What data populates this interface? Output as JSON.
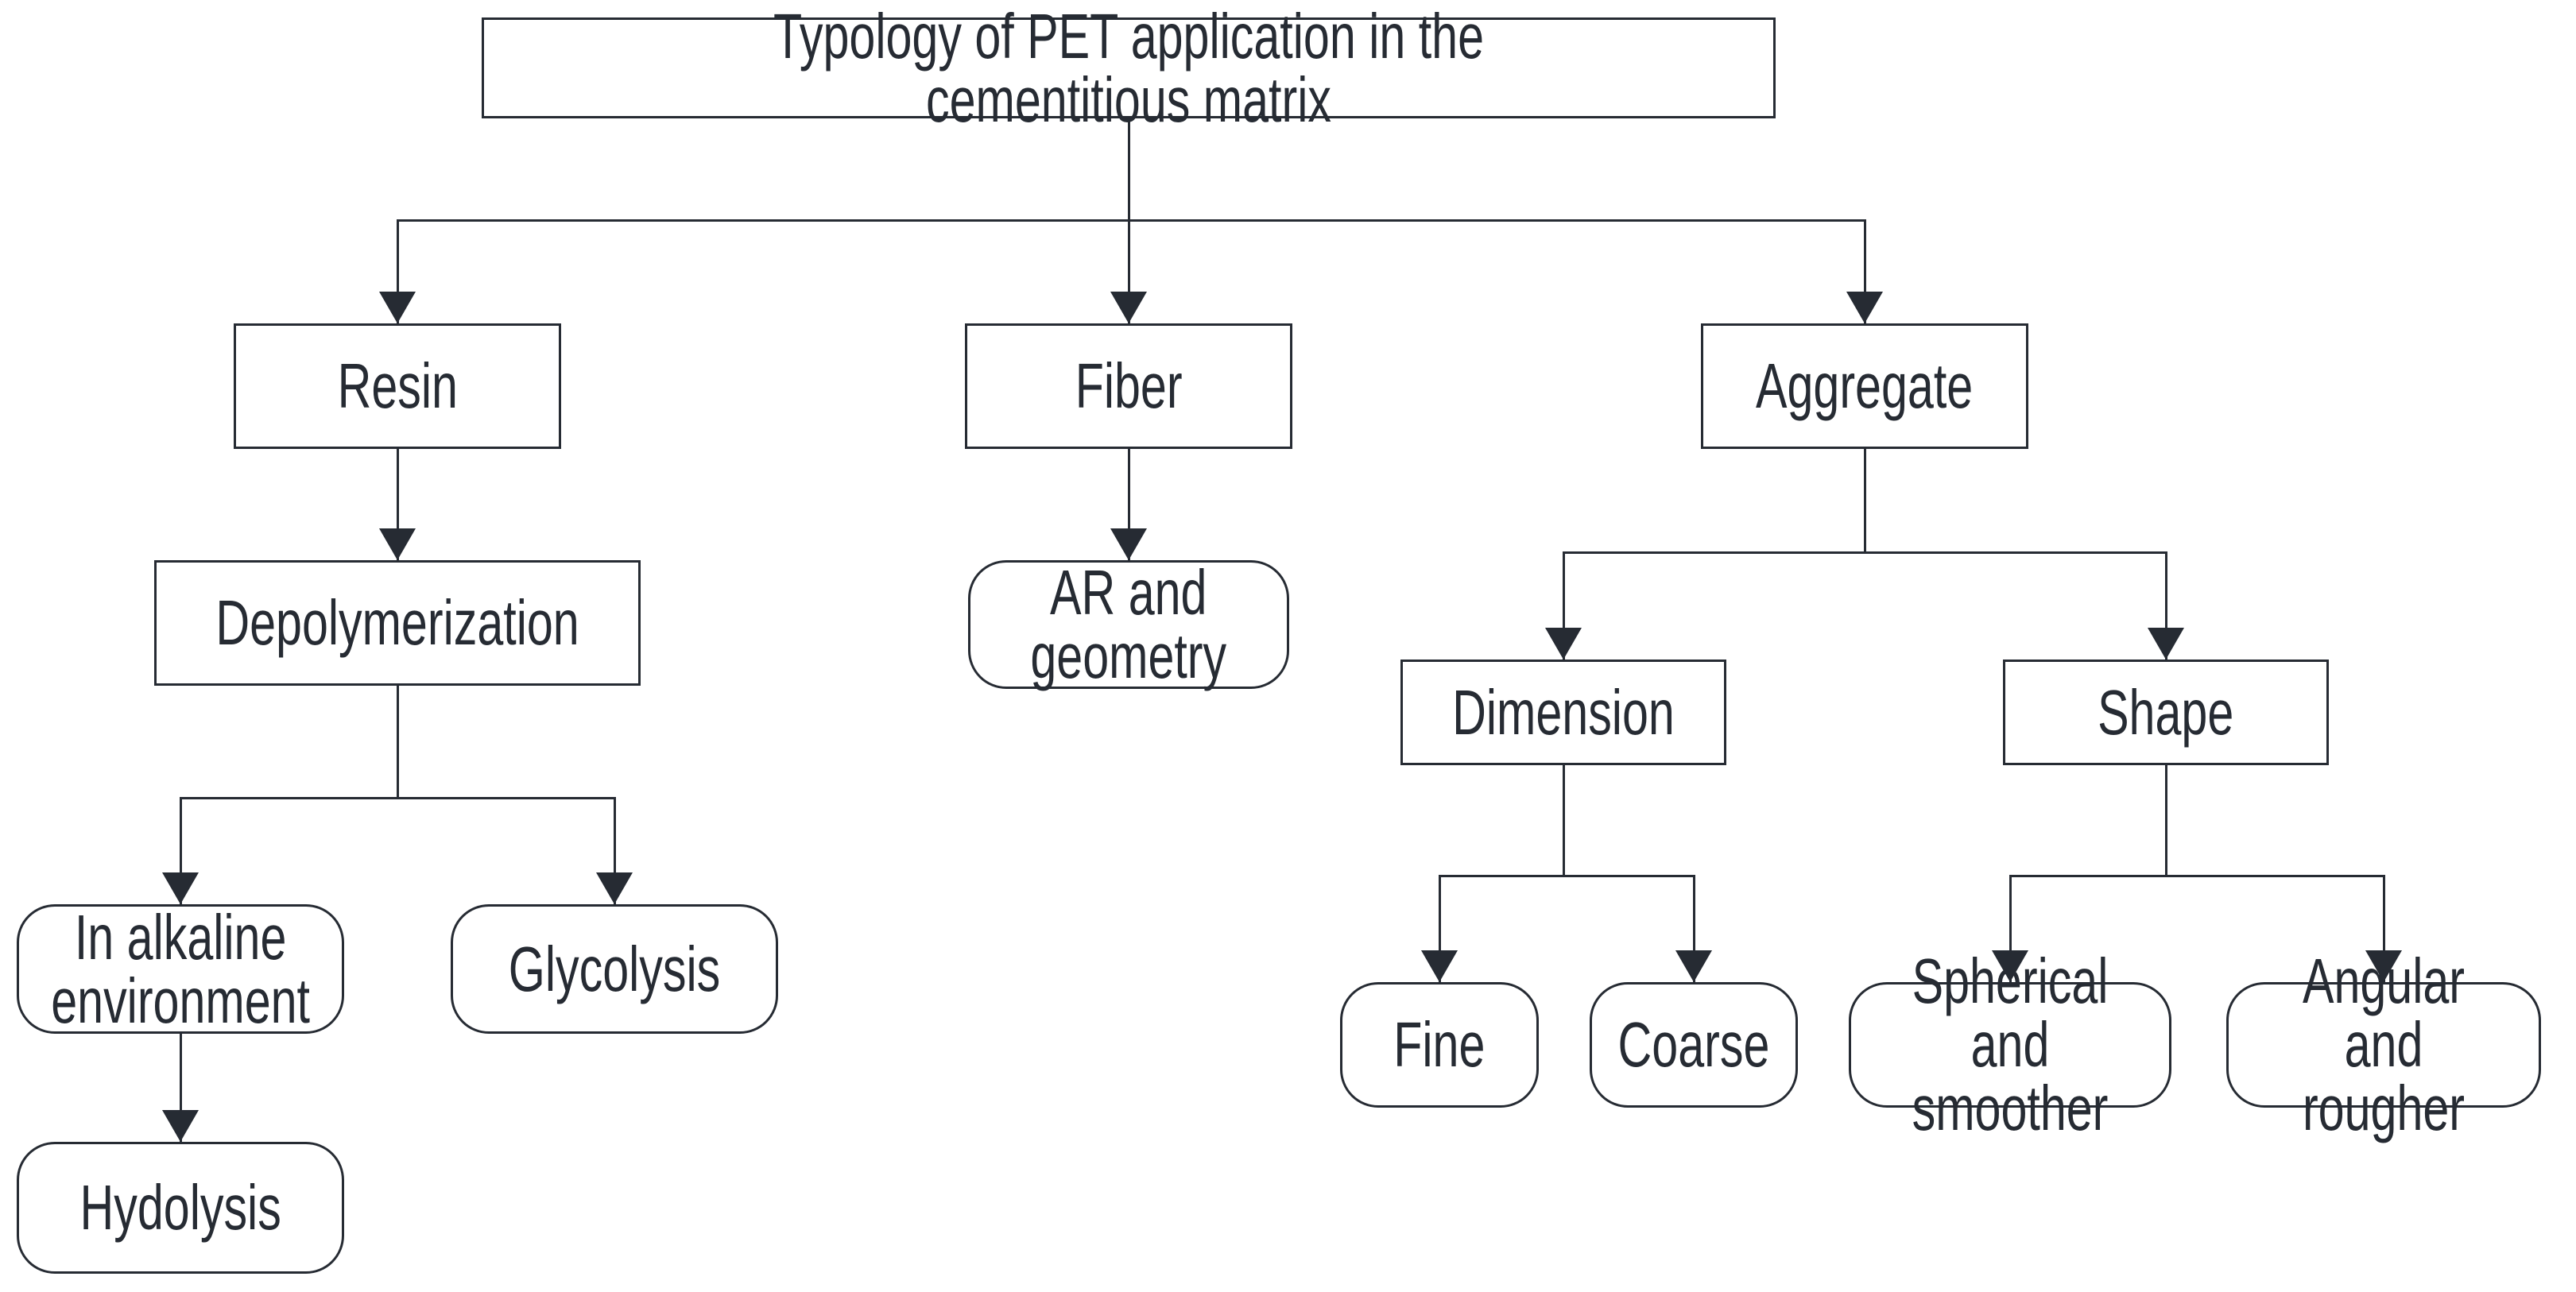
{
  "diagram": {
    "title": "Typology of PET application in the cementitious matrix",
    "nodes": {
      "root": {
        "label": "Typology of PET application in the cementitious matrix"
      },
      "resin": {
        "label": "Resin"
      },
      "fiber": {
        "label": "Fiber"
      },
      "aggregate": {
        "label": "Aggregate"
      },
      "depolymerization": {
        "label": "Depolymerization"
      },
      "ar_geometry": {
        "label": "AR and\ngeometry"
      },
      "dimension": {
        "label": "Dimension"
      },
      "shape": {
        "label": "Shape"
      },
      "in_alkaline": {
        "label": "In alkaline\nenvironment"
      },
      "glycolysis": {
        "label": "Glycolysis"
      },
      "hydolysis": {
        "label": "Hydolysis"
      },
      "fine": {
        "label": "Fine"
      },
      "coarse": {
        "label": "Coarse"
      },
      "spherical_smoother": {
        "label": "Spherical and\nsmoother"
      },
      "angular_rougher": {
        "label": "Angular and\nrougher"
      }
    },
    "colors": {
      "stroke": "#262b33",
      "text": "#262b33",
      "background": "#ffffff"
    }
  }
}
